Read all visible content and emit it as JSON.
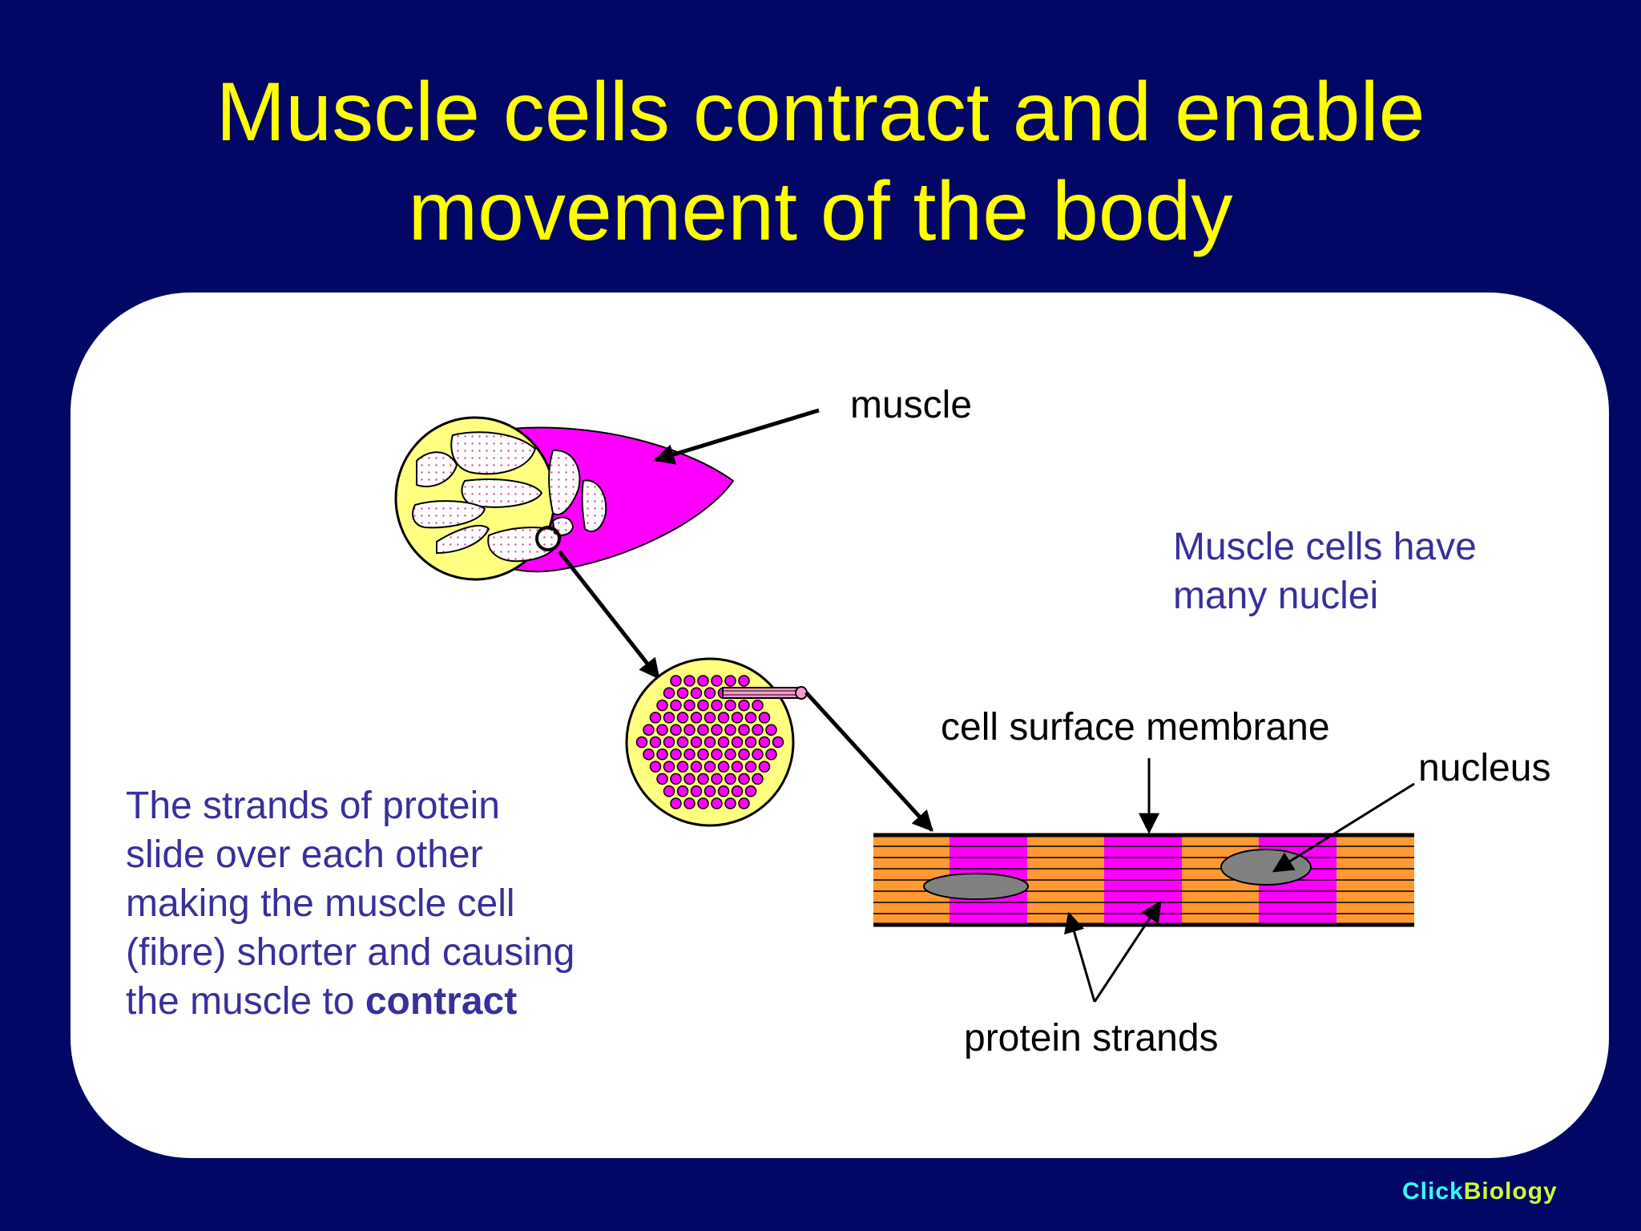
{
  "slide": {
    "title_line1": "Muscle cells contract and enable",
    "title_line2": "movement of the body"
  },
  "labels": {
    "muscle": "muscle",
    "cell_surface_membrane": "cell surface membrane",
    "nucleus": "nucleus",
    "protein_strands": "protein strands"
  },
  "notes": {
    "nuclei_line1": "Muscle cells have",
    "nuclei_line2": "many nuclei",
    "strands_line1": "The strands of protein",
    "strands_line2": "slide over each other",
    "strands_line3": "making the muscle cell",
    "strands_line4": "(fibre) shorter and causing",
    "strands_line5_prefix": "the muscle to ",
    "strands_line5_bold": "contract"
  },
  "brand": {
    "part1": "Click",
    "part2": "Biology"
  },
  "colors": {
    "background": "#020766",
    "title": "#FFFF00",
    "muscle_magenta": "#FF00FF",
    "bundle_yellow": "#FFFF80",
    "fibre_orange": "#FF9933",
    "nucleus_grey": "#808080",
    "note_text": "#38309A",
    "brand_click": "#33FFFF",
    "brand_biology": "#CCFF33"
  }
}
